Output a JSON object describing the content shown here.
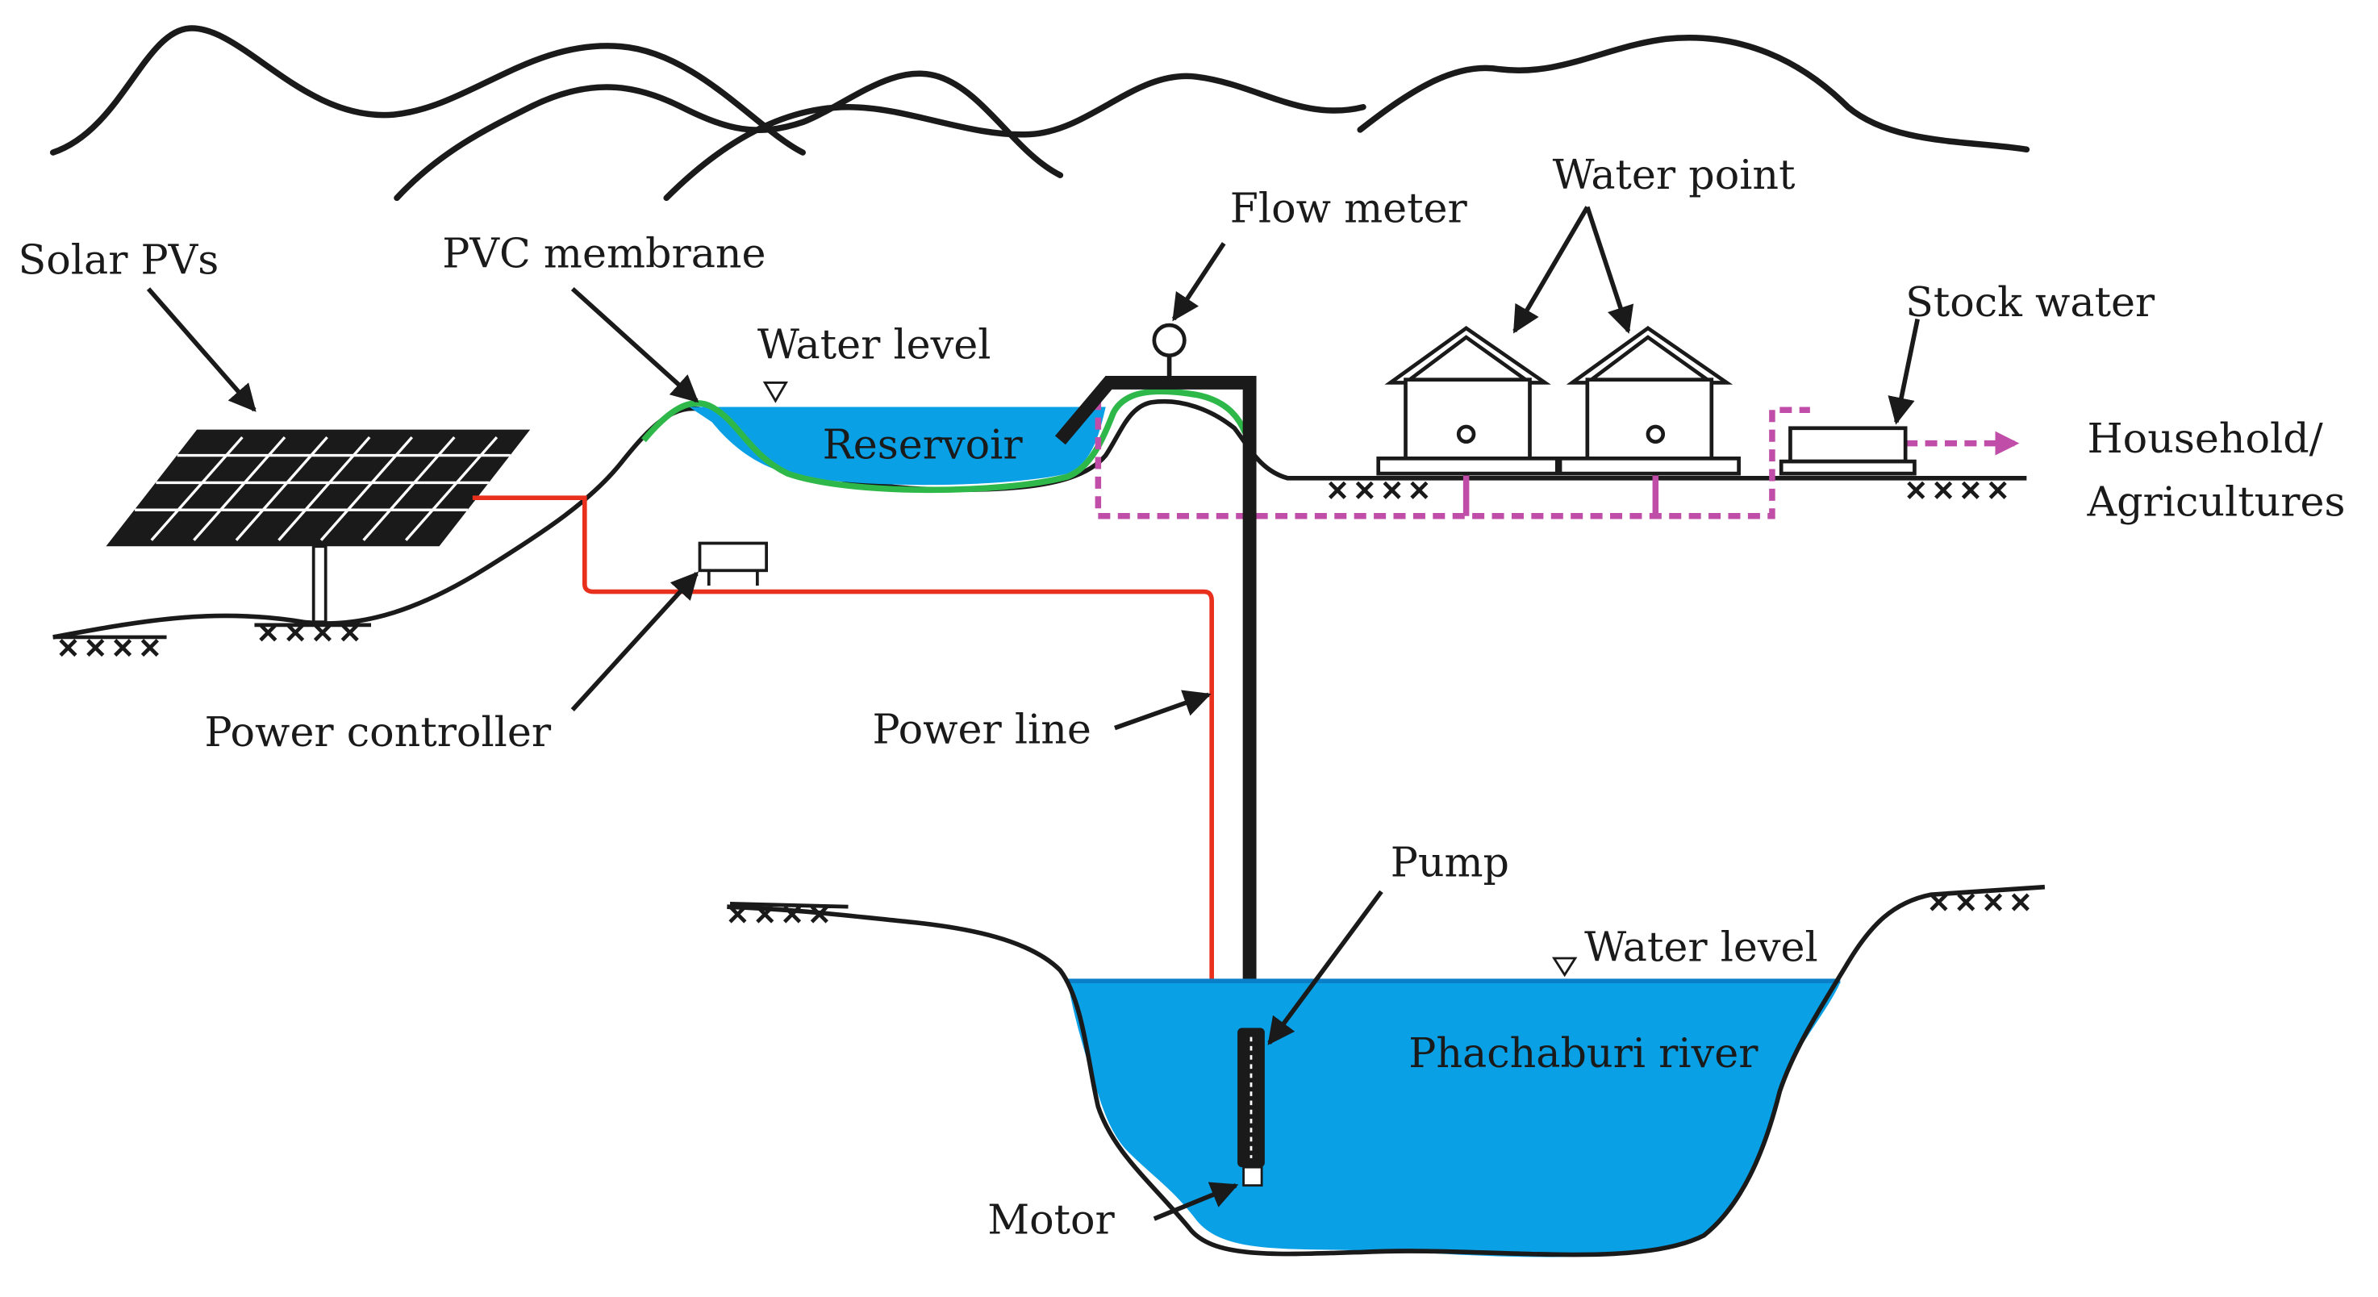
{
  "labels": {
    "solar_pvs": "Solar PVs",
    "pvc_membrane": "PVC membrane",
    "water_level_reservoir": "Water level",
    "reservoir": "Reservoir",
    "flow_meter": "Flow meter",
    "water_point": "Water point",
    "stock_water": "Stock water",
    "household_line1": "Household/",
    "household_line2": "Agricultures",
    "power_controller": "Power controller",
    "power_line": "Power line",
    "pump": "Pump",
    "water_level_river": "Water level",
    "river": "Phachaburi river",
    "motor": "Motor"
  },
  "colors": {
    "water": "#0aa0e6",
    "water_surface": "#0a7fc8",
    "power_line": "#e8301c",
    "membrane": "#2fb84a",
    "distribution_pipe": "#c04ea8",
    "outline": "#1a1a1a"
  }
}
